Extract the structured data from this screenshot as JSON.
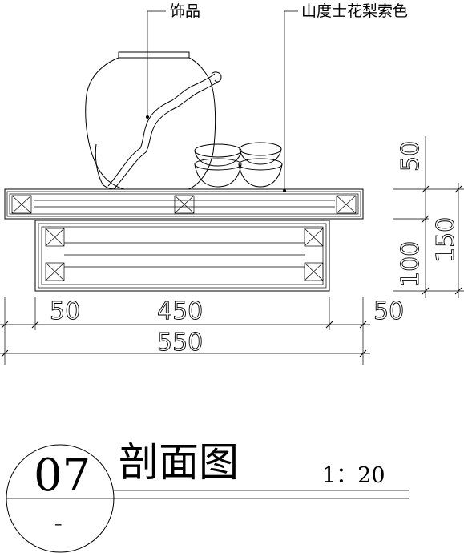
{
  "callouts": {
    "ornament": "饰品",
    "material": "山度士花梨索色"
  },
  "dimensions": {
    "bottom_left_margin": "50",
    "bottom_span": "450",
    "bottom_right_margin": "50",
    "bottom_total": "550",
    "right_top": "50",
    "right_lower": "100",
    "right_total": "150"
  },
  "title_block": {
    "number": "07",
    "sub_number": "–",
    "title": "剖面图",
    "scale": "1：20"
  }
}
